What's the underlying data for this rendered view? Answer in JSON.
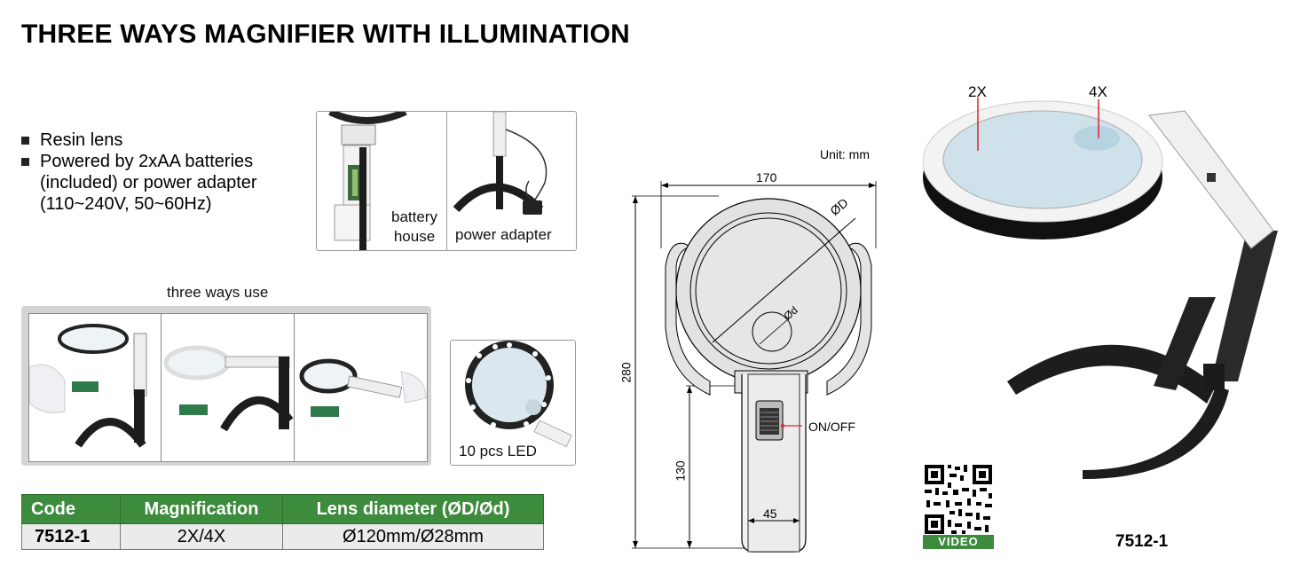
{
  "title": "THREE WAYS MAGNIFIER WITH ILLUMINATION",
  "features": [
    "Resin lens",
    "Powered by 2xAA batteries",
    "(included) or power adapter",
    "(110~240V, 50~60Hz)"
  ],
  "photos": {
    "battery_label_1": "battery",
    "battery_label_2": "house",
    "adapter_label": "power adapter",
    "three_ways_title": "three ways use",
    "led_label": "10 pcs LED"
  },
  "table": {
    "headers": [
      "Code",
      "Magnification",
      "Lens diameter (ØD/Ød)"
    ],
    "rows": [
      [
        "7512-1",
        "2X/4X",
        "Ø120mm/Ø28mm"
      ]
    ],
    "header_color": "#3d8b3d"
  },
  "drawing": {
    "unit": "Unit: mm",
    "width": "170",
    "height": "280",
    "handle_length": "130",
    "handle_width": "45",
    "big_lens": "ØD",
    "small_lens": "Ød",
    "switch": "ON/OFF"
  },
  "product": {
    "mag_low": "2X",
    "mag_high": "4X",
    "code": "7512-1",
    "video": "VIDEO",
    "accent_red": "#d9262b"
  }
}
